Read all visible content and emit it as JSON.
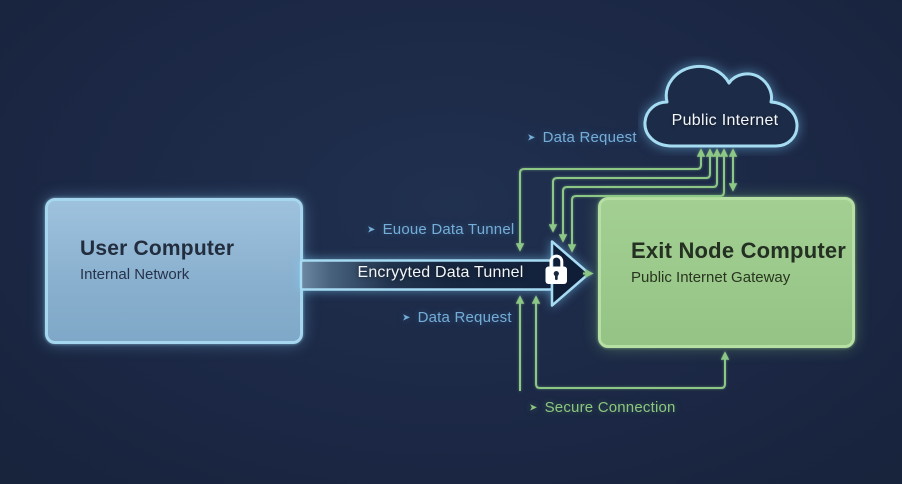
{
  "diagram": {
    "background": "#17223b",
    "connector_color": "#8cc786",
    "nodes": {
      "user_computer": {
        "title": "User Computer",
        "subtitle": "Internal Network",
        "fill": "#8fb6d4",
        "border": "#a6d7f0"
      },
      "exit_node": {
        "title": "Exit Node Computer",
        "subtitle": "Public Internet Gateway",
        "fill": "#9bc88c",
        "border": "#b6e0a3"
      },
      "public_internet_cloud": {
        "label": "Public Internet",
        "outline": "#a5dcf2",
        "fill": "#1c2b47"
      }
    },
    "tunnel": {
      "label": "Encryyted Data Tunnel",
      "outline": "#a7dbf3",
      "icon": "lock-icon"
    },
    "labels": {
      "top_data_request": {
        "glyph": "➤",
        "text": "Data Request",
        "color": "#74aed8"
      },
      "upper_tunnel_label": {
        "glyph": "➤",
        "text": "Euoue Data Tunnel",
        "color": "#74aed8"
      },
      "lower_data_request": {
        "glyph": "➤",
        "text": "Data Request",
        "color": "#74aed8"
      },
      "secure_connection": {
        "glyph": "➤",
        "text": "Secure Connection",
        "color": "#8bc77e"
      }
    }
  }
}
